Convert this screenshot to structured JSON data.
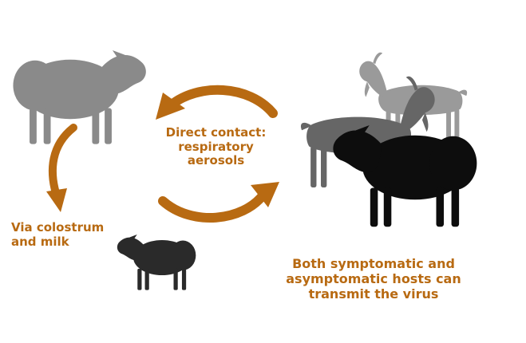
{
  "labels": {
    "direct_contact": [
      "Direct contact:",
      "respiratory",
      "aerosols"
    ],
    "colostrum": [
      "Via colostrum",
      "and milk"
    ],
    "hosts": [
      "Both symptomatic and",
      "asymptomatic hosts can",
      "transmit the virus"
    ]
  },
  "colors": {
    "arrow": "#B86A12",
    "label_brown": "#B86A12",
    "label_dark": "#B86A12",
    "sheep_grey": "#8a8a8a",
    "goat_light": "#9a9a9a",
    "goat_dark": "#666666",
    "sheep_black": "#0d0d0d",
    "lamb": "#2a2a2a"
  },
  "icons": [
    "sheep-icon",
    "goat-icon",
    "lamb-icon",
    "arrow-icon"
  ]
}
